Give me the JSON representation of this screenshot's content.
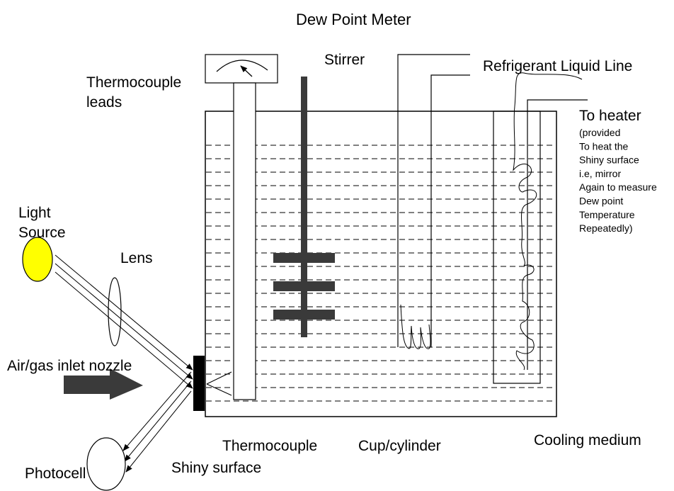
{
  "title": "Dew Point Meter",
  "labels": {
    "stirrer": "Stirrer",
    "refrigerant": "Refrigerant Liquid Line",
    "thermocouple_leads_1": "Thermocouple",
    "thermocouple_leads_2": "leads",
    "to_heater": "To heater",
    "heater_note": [
      "(provided",
      "To heat the",
      "Shiny surface",
      "i.e, mirror",
      "Again to measure",
      "Dew point",
      "Temperature",
      "Repeatedly)"
    ],
    "light_source_1": "Light",
    "light_source_2": "Source",
    "lens": "Lens",
    "air_inlet": "Air/gas inlet nozzle",
    "thermocouple": "Thermocouple",
    "cup_cylinder": "Cup/cylinder",
    "cooling_medium": "Cooling medium",
    "shiny_surface": "Shiny surface",
    "photocell": "Photocell"
  },
  "colors": {
    "light_source": "#ffff00",
    "stirrer": "#3a3a3a",
    "line": "#000000"
  }
}
